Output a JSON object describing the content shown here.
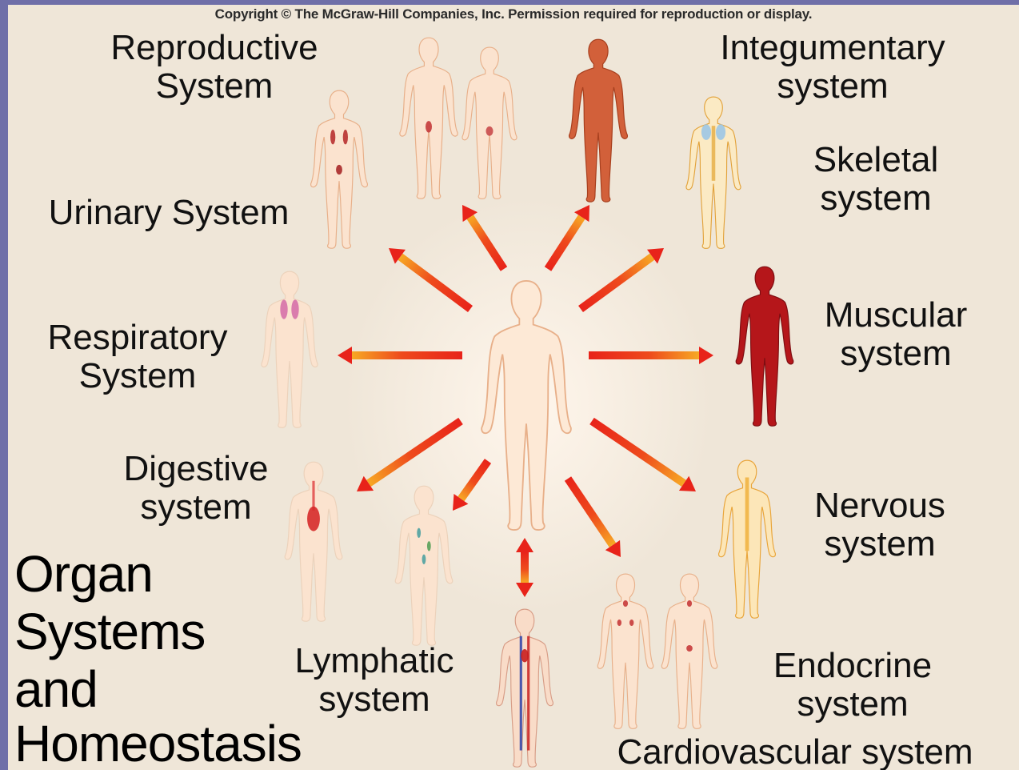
{
  "copyright": "Copyright © The McGraw-Hill Companies, Inc. Permission required for reproduction or display.",
  "title_lines": [
    "Organ",
    "Systems",
    "and",
    "Homeostasis"
  ],
  "labels": {
    "reproductive": [
      "Reproductive",
      "System"
    ],
    "integumentary": [
      "Integumentary",
      "system"
    ],
    "urinary": [
      "Urinary System"
    ],
    "skeletal": [
      "Skeletal",
      "system"
    ],
    "respiratory": [
      "Respiratory",
      "System"
    ],
    "muscular": [
      "Muscular",
      "system"
    ],
    "digestive": [
      "Digestive",
      "system"
    ],
    "nervous": [
      "Nervous",
      "system"
    ],
    "lymphatic": [
      "Lymphatic",
      "system"
    ],
    "endocrine": [
      "Endocrine",
      "system"
    ],
    "cardiovascular": [
      "Cardiovascular system"
    ]
  },
  "colors": {
    "arrow_red": "#e8231a",
    "arrow_orange": "#f7a824",
    "skin": "#fbe3cf",
    "outline": "#e8b08a",
    "muscle": "#b5161a",
    "integument": "#d2603a"
  }
}
